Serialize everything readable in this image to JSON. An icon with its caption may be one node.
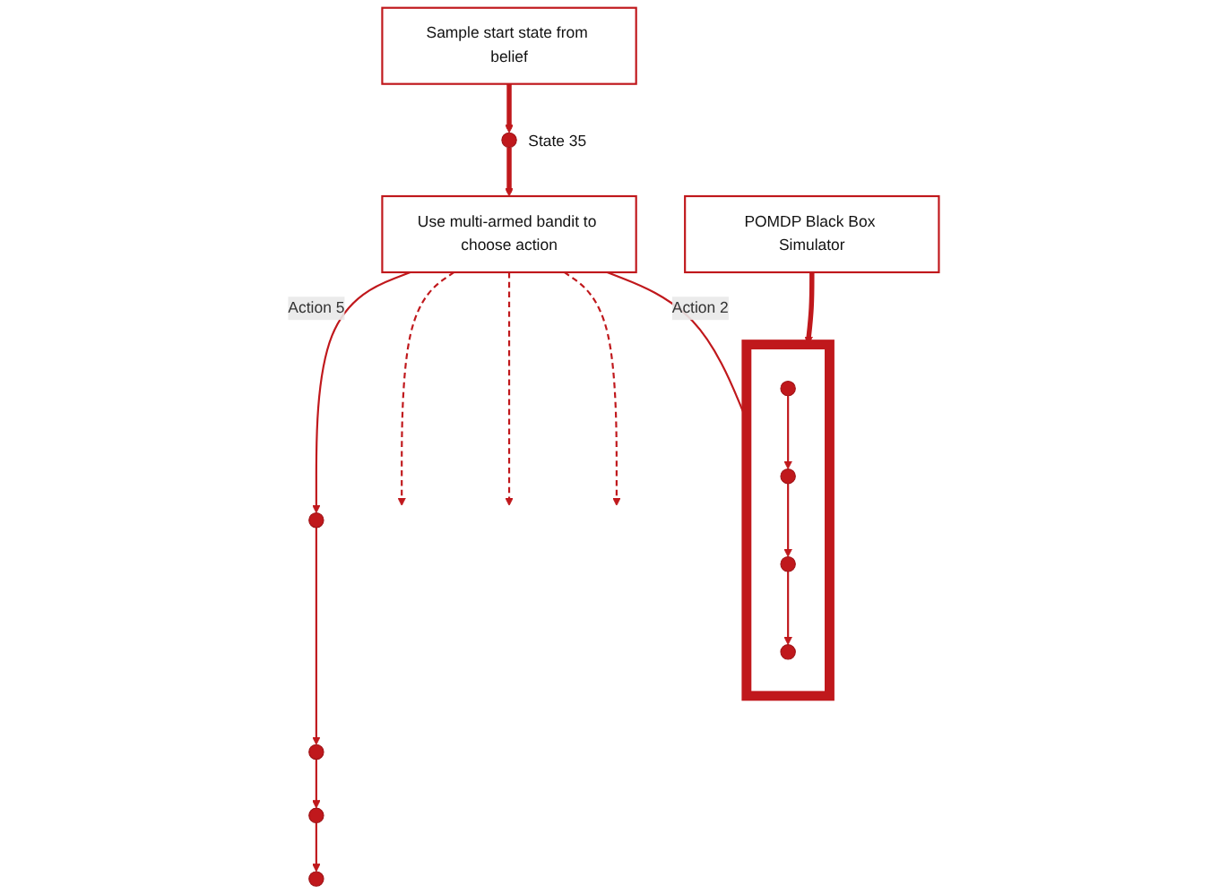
{
  "diagram": {
    "nodes": [
      {
        "text": [
          "Sample start state from belief"
        ]
      },
      {
        "text": [],
        "shape": "circle",
        "beside": [
          "State 35"
        ]
      },
      {
        "text": [
          "Use multi-armed bandit to choose action"
        ]
      },
      {
        "text": [
          "POMDP Black Box Simulator"
        ]
      },
      {
        "text": [],
        "shape": "box"
      },
      {
        "text": [],
        "shape": "circle",
        "in": 4
      },
      {
        "text": [],
        "shape": "circle",
        "in": 4
      },
      {
        "text": [],
        "shape": "circle",
        "in": 4
      },
      {
        "text": [],
        "shape": "circle",
        "in": 4
      },
      {
        "text": [],
        "shape": "circle"
      },
      {
        "text": [],
        "shape": "circle"
      },
      {
        "text": [],
        "shape": "circle"
      },
      {
        "text": [],
        "shape": "circle"
      }
    ],
    "edges": [
      {
        "from": 0,
        "to": 1,
        "arrow": "to",
        "style": "thick"
      },
      {
        "from": 1,
        "to": 2,
        "arrow": "to",
        "style": "thick"
      },
      {
        "from": 2,
        "to": 4,
        "arrow": "none",
        "label": "Action 2"
      },
      {
        "from": 2,
        "to": 9,
        "arrow": "to",
        "label": "Action 5"
      },
      {
        "from": 2,
        "to": null,
        "arrow": "to",
        "style": "dashed"
      },
      {
        "from": 2,
        "to": null,
        "arrow": "to",
        "style": "dashed"
      },
      {
        "from": 2,
        "to": null,
        "arrow": "to",
        "style": "dashed"
      },
      {
        "from": 3,
        "to": 4,
        "arrow": "to",
        "style": "thick"
      },
      {
        "from": 5,
        "to": 6,
        "arrow": "to"
      },
      {
        "from": 6,
        "to": 7,
        "arrow": "to"
      },
      {
        "from": 7,
        "to": 8,
        "arrow": "to"
      },
      {
        "from": 9,
        "to": 10,
        "arrow": "to"
      },
      {
        "from": 10,
        "to": 11,
        "arrow": "to"
      },
      {
        "from": 11,
        "to": 12,
        "arrow": "to"
      }
    ]
  }
}
